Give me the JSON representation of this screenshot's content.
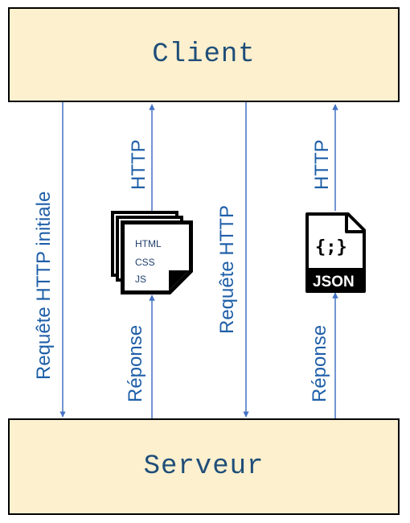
{
  "client": {
    "label": "Client"
  },
  "server": {
    "label": "Serveur"
  },
  "arrows": {
    "initial_request": "Requête HTTP initiale",
    "http_request": "Requête HTTP",
    "http_1": "HTTP",
    "response_1": "Réponse",
    "http_2": "HTTP",
    "response_2": "Réponse"
  },
  "doc_icon": {
    "lines": [
      "HTML",
      "CSS",
      "JS"
    ]
  },
  "json_icon": {
    "braces": "{;}",
    "label": "JSON"
  },
  "colors": {
    "box_fill": "#fdf0ce",
    "box_text": "#1f4e79",
    "arrow": "#4472c4",
    "label": "#1f5fa8"
  }
}
